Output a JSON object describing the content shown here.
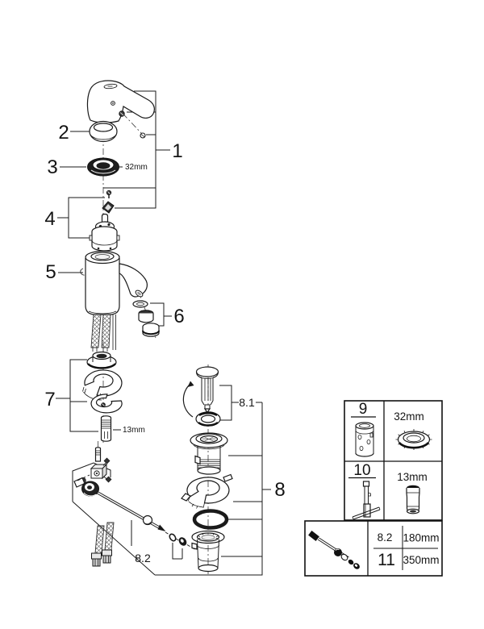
{
  "diagram": {
    "callouts": {
      "n1": "1",
      "n2": "2",
      "n3": "3",
      "n4": "4",
      "n5": "5",
      "n6": "6",
      "n7": "7",
      "n8": "8",
      "n8_1": "8.1",
      "n8_2": "8.2"
    },
    "dimensions": {
      "escutcheon_ring": "32mm",
      "mounting_stud": "13mm"
    }
  },
  "parts_table": {
    "tools": [
      {
        "item": "9",
        "size": "32mm"
      },
      {
        "item": "10",
        "size": "13mm"
      }
    ],
    "lengths": [
      {
        "item": "8.2",
        "value": "180mm"
      },
      {
        "item": "11",
        "value": "350mm"
      }
    ]
  }
}
